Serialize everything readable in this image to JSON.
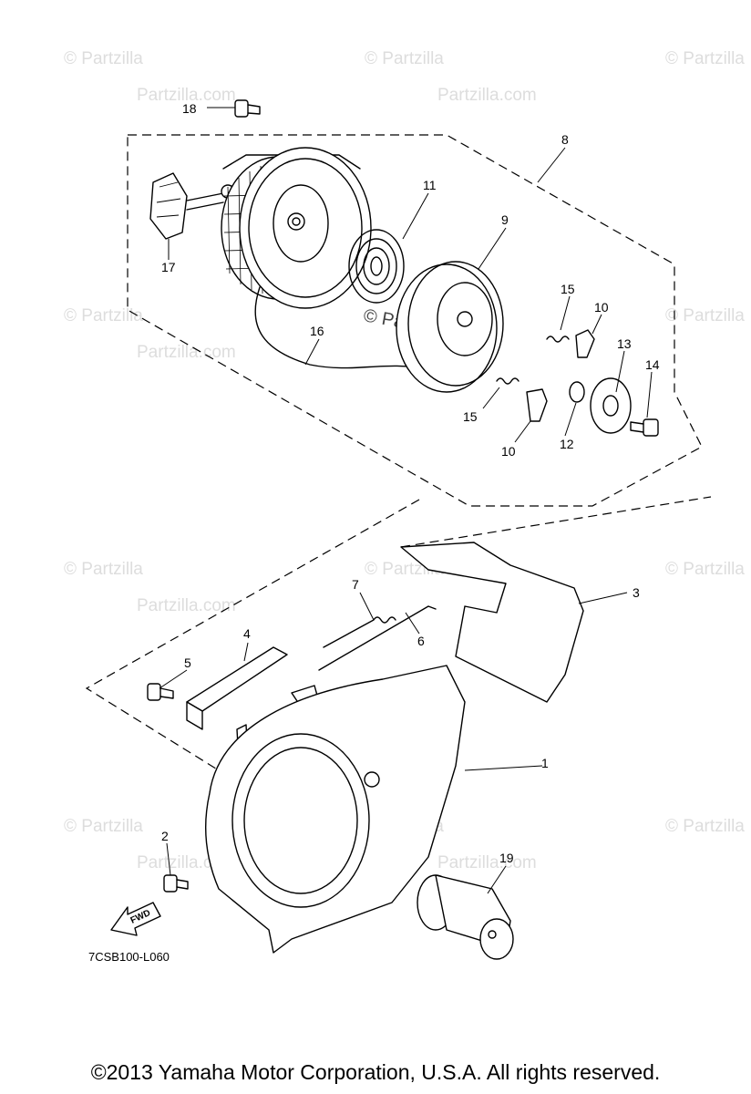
{
  "watermarks": {
    "brand": "© Partzilla",
    "domain": "Partzilla.com",
    "center": "© Partzilla.com"
  },
  "callouts": {
    "c1": "1",
    "c2": "2",
    "c3": "3",
    "c4": "4",
    "c5": "5",
    "c6": "6",
    "c7": "7",
    "c8": "8",
    "c9": "9",
    "c10a": "10",
    "c10b": "10",
    "c11": "11",
    "c12": "12",
    "c13": "13",
    "c14": "14",
    "c15a": "15",
    "c15b": "15",
    "c16": "16",
    "c17": "17",
    "c18": "18",
    "c19": "19"
  },
  "fwd_label": "FWD",
  "diagram_code": "7CSB100-L060",
  "copyright": "©2013  Yamaha Motor Corporation, U.S.A. All rights reserved."
}
